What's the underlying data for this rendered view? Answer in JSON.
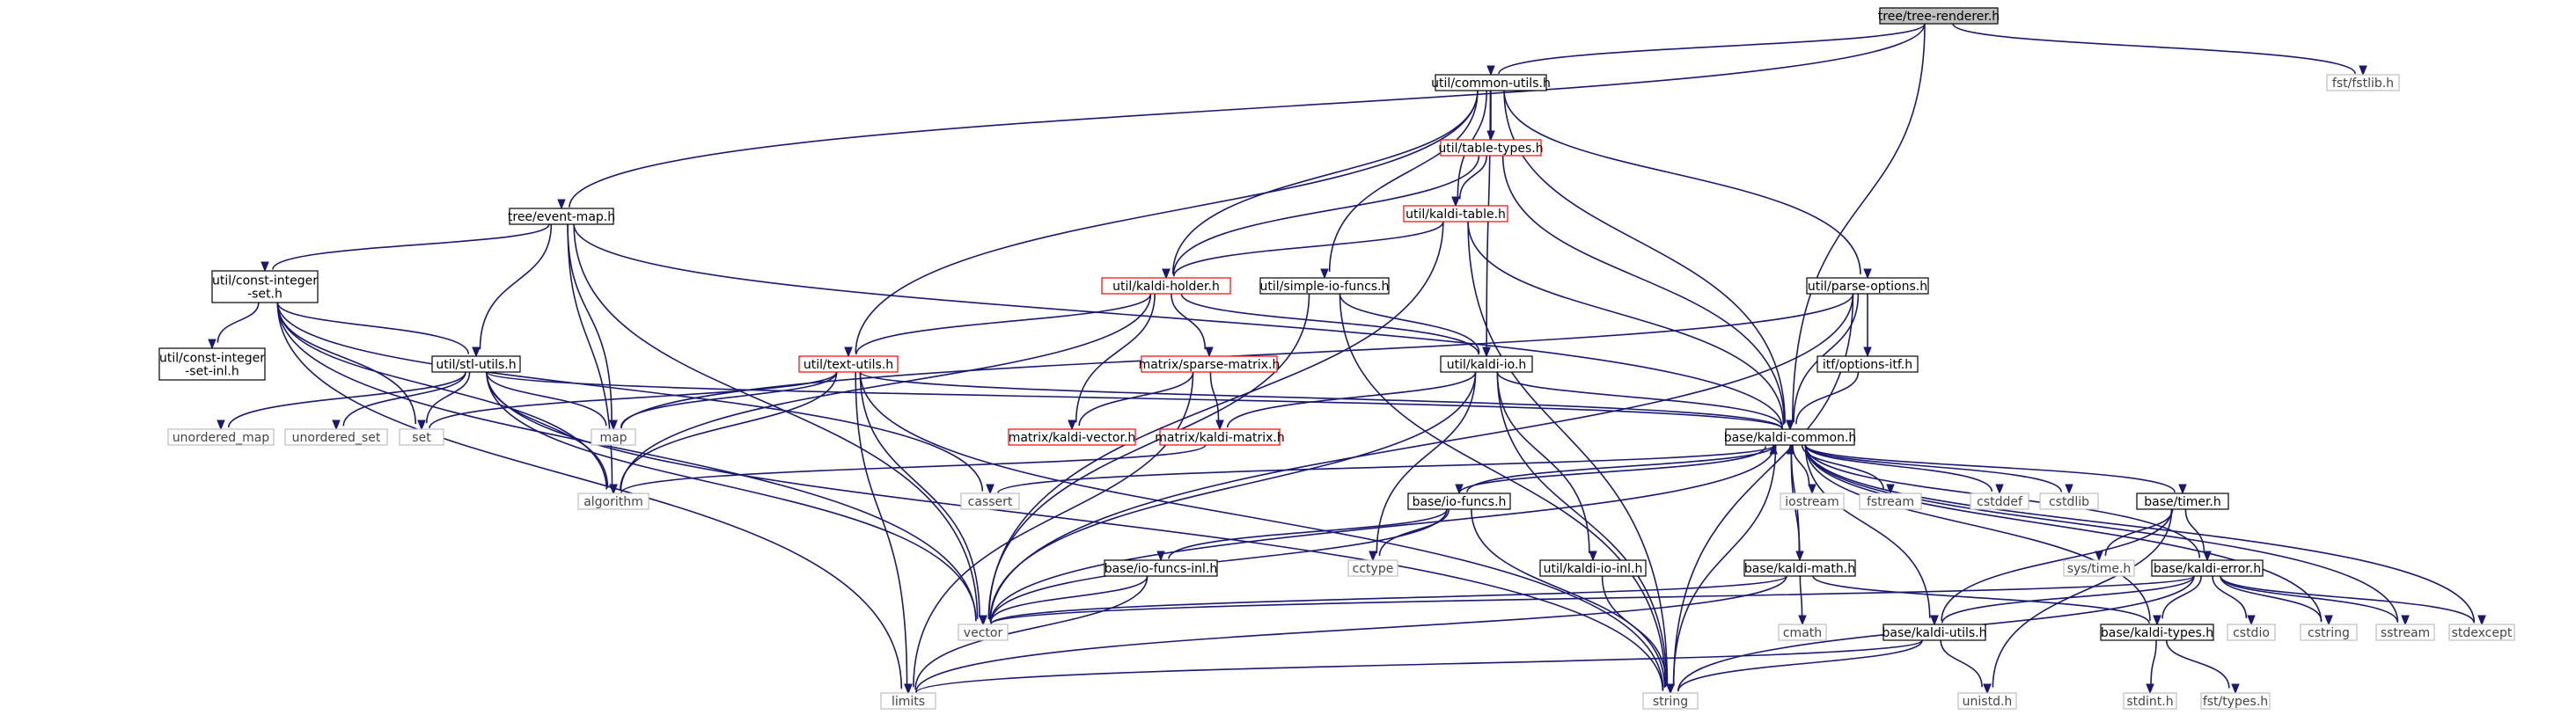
{
  "graph": {
    "nodes": [
      {
        "id": "root",
        "label": "tree/tree-renderer.h",
        "kind": "root"
      },
      {
        "id": "common_utils",
        "label": "util/common-utils.h",
        "kind": "normal"
      },
      {
        "id": "fstlib",
        "label": "fst/fstlib.h",
        "kind": "external"
      },
      {
        "id": "table_types",
        "label": "util/table-types.h",
        "kind": "truncated"
      },
      {
        "id": "event_map",
        "label": "tree/event-map.h",
        "kind": "normal"
      },
      {
        "id": "kaldi_table",
        "label": "util/kaldi-table.h",
        "kind": "truncated"
      },
      {
        "id": "const_int_set",
        "label": "util/const-integer\n-set.h",
        "kind": "normal"
      },
      {
        "id": "kaldi_holder",
        "label": "util/kaldi-holder.h",
        "kind": "truncated"
      },
      {
        "id": "simple_io",
        "label": "util/simple-io-funcs.h",
        "kind": "normal"
      },
      {
        "id": "parse_options",
        "label": "util/parse-options.h",
        "kind": "normal"
      },
      {
        "id": "const_int_set_inl",
        "label": "util/const-integer\n-set-inl.h",
        "kind": "normal"
      },
      {
        "id": "stl_utils",
        "label": "util/stl-utils.h",
        "kind": "normal"
      },
      {
        "id": "sparse_matrix",
        "label": "matrix/sparse-matrix.h",
        "kind": "truncated"
      },
      {
        "id": "text_utils",
        "label": "util/text-utils.h",
        "kind": "truncated"
      },
      {
        "id": "kaldi_io",
        "label": "util/kaldi-io.h",
        "kind": "normal"
      },
      {
        "id": "options_itf",
        "label": "itf/options-itf.h",
        "kind": "normal"
      },
      {
        "id": "unordered_map",
        "label": "unordered_map",
        "kind": "external"
      },
      {
        "id": "unordered_set",
        "label": "unordered_set",
        "kind": "external"
      },
      {
        "id": "set",
        "label": "set",
        "kind": "external"
      },
      {
        "id": "map",
        "label": "map",
        "kind": "external"
      },
      {
        "id": "kaldi_vector",
        "label": "matrix/kaldi-vector.h",
        "kind": "truncated"
      },
      {
        "id": "kaldi_matrix",
        "label": "matrix/kaldi-matrix.h",
        "kind": "truncated"
      },
      {
        "id": "kaldi_common",
        "label": "base/kaldi-common.h",
        "kind": "normal"
      },
      {
        "id": "algorithm",
        "label": "algorithm",
        "kind": "external"
      },
      {
        "id": "cassert",
        "label": "cassert",
        "kind": "external"
      },
      {
        "id": "iostream",
        "label": "iostream",
        "kind": "external"
      },
      {
        "id": "fstream",
        "label": "fstream",
        "kind": "external"
      },
      {
        "id": "cstddef",
        "label": "cstddef",
        "kind": "external"
      },
      {
        "id": "cstdlib",
        "label": "cstdlib",
        "kind": "external"
      },
      {
        "id": "io_funcs",
        "label": "base/io-funcs.h",
        "kind": "normal"
      },
      {
        "id": "timer",
        "label": "base/timer.h",
        "kind": "normal"
      },
      {
        "id": "cctype",
        "label": "cctype",
        "kind": "external"
      },
      {
        "id": "systime",
        "label": "sys/time.h",
        "kind": "external"
      },
      {
        "id": "io_funcs_inl",
        "label": "base/io-funcs-inl.h",
        "kind": "normal"
      },
      {
        "id": "kaldi_io_inl",
        "label": "util/kaldi-io-inl.h",
        "kind": "normal"
      },
      {
        "id": "kaldi_math",
        "label": "base/kaldi-math.h",
        "kind": "normal"
      },
      {
        "id": "kaldi_error",
        "label": "base/kaldi-error.h",
        "kind": "normal"
      },
      {
        "id": "vector",
        "label": "vector",
        "kind": "external"
      },
      {
        "id": "cmath",
        "label": "cmath",
        "kind": "external"
      },
      {
        "id": "kaldi_utils",
        "label": "base/kaldi-utils.h",
        "kind": "normal"
      },
      {
        "id": "kaldi_types",
        "label": "base/kaldi-types.h",
        "kind": "normal"
      },
      {
        "id": "cstdio",
        "label": "cstdio",
        "kind": "external"
      },
      {
        "id": "cstring",
        "label": "cstring",
        "kind": "external"
      },
      {
        "id": "sstream",
        "label": "sstream",
        "kind": "external"
      },
      {
        "id": "stdexcept",
        "label": "stdexcept",
        "kind": "external"
      },
      {
        "id": "limits",
        "label": "limits",
        "kind": "external"
      },
      {
        "id": "string",
        "label": "string",
        "kind": "external"
      },
      {
        "id": "unistd",
        "label": "unistd.h",
        "kind": "external"
      },
      {
        "id": "stdint",
        "label": "stdint.h",
        "kind": "external"
      },
      {
        "id": "fst_types",
        "label": "fst/types.h",
        "kind": "external"
      }
    ],
    "edges": [
      [
        "root",
        "common_utils"
      ],
      [
        "root",
        "fstlib"
      ],
      [
        "root",
        "event_map"
      ],
      [
        "root",
        "kaldi_common"
      ],
      [
        "common_utils",
        "table_types"
      ],
      [
        "common_utils",
        "kaldi_table"
      ],
      [
        "common_utils",
        "kaldi_holder"
      ],
      [
        "common_utils",
        "simple_io"
      ],
      [
        "common_utils",
        "parse_options"
      ],
      [
        "common_utils",
        "text_utils"
      ],
      [
        "common_utils",
        "kaldi_io"
      ],
      [
        "common_utils",
        "kaldi_common"
      ],
      [
        "table_types",
        "kaldi_table"
      ],
      [
        "table_types",
        "kaldi_holder"
      ],
      [
        "table_types",
        "kaldi_common"
      ],
      [
        "kaldi_table",
        "kaldi_holder"
      ],
      [
        "kaldi_table",
        "kaldi_common"
      ],
      [
        "kaldi_table",
        "vector"
      ],
      [
        "kaldi_table",
        "string"
      ],
      [
        "event_map",
        "const_int_set"
      ],
      [
        "event_map",
        "stl_utils"
      ],
      [
        "event_map",
        "kaldi_common"
      ],
      [
        "event_map",
        "algorithm"
      ],
      [
        "event_map",
        "map"
      ],
      [
        "event_map",
        "vector"
      ],
      [
        "const_int_set",
        "const_int_set_inl"
      ],
      [
        "const_int_set",
        "stl_utils"
      ],
      [
        "const_int_set",
        "set"
      ],
      [
        "const_int_set",
        "algorithm"
      ],
      [
        "const_int_set",
        "vector"
      ],
      [
        "const_int_set",
        "limits"
      ],
      [
        "const_int_set",
        "cassert"
      ],
      [
        "kaldi_holder",
        "text_utils"
      ],
      [
        "kaldi_holder",
        "kaldi_io"
      ],
      [
        "kaldi_holder",
        "sparse_matrix"
      ],
      [
        "kaldi_holder",
        "kaldi_vector"
      ],
      [
        "kaldi_holder",
        "algorithm"
      ],
      [
        "simple_io",
        "kaldi_io"
      ],
      [
        "simple_io",
        "vector"
      ],
      [
        "simple_io",
        "string"
      ],
      [
        "parse_options",
        "options_itf"
      ],
      [
        "parse_options",
        "kaldi_common"
      ],
      [
        "parse_options",
        "map"
      ],
      [
        "parse_options",
        "vector"
      ],
      [
        "parse_options",
        "string"
      ],
      [
        "stl_utils",
        "unordered_map"
      ],
      [
        "stl_utils",
        "unordered_set"
      ],
      [
        "stl_utils",
        "set"
      ],
      [
        "stl_utils",
        "map"
      ],
      [
        "stl_utils",
        "algorithm"
      ],
      [
        "stl_utils",
        "kaldi_common"
      ],
      [
        "stl_utils",
        "vector"
      ],
      [
        "stl_utils",
        "string"
      ],
      [
        "sparse_matrix",
        "kaldi_vector"
      ],
      [
        "sparse_matrix",
        "kaldi_matrix"
      ],
      [
        "sparse_matrix",
        "limits"
      ],
      [
        "text_utils",
        "set"
      ],
      [
        "text_utils",
        "map"
      ],
      [
        "text_utils",
        "algorithm"
      ],
      [
        "text_utils",
        "kaldi_common"
      ],
      [
        "text_utils",
        "vector"
      ],
      [
        "text_utils",
        "limits"
      ],
      [
        "text_utils",
        "string"
      ],
      [
        "kaldi_io",
        "kaldi_common"
      ],
      [
        "kaldi_io",
        "kaldi_matrix"
      ],
      [
        "kaldi_io",
        "cctype"
      ],
      [
        "kaldi_io",
        "kaldi_io_inl"
      ],
      [
        "kaldi_io",
        "string"
      ],
      [
        "kaldi_io",
        "vector"
      ],
      [
        "options_itf",
        "kaldi_common"
      ],
      [
        "kaldi_matrix",
        "algorithm"
      ],
      [
        "kaldi_common",
        "cassert"
      ],
      [
        "kaldi_common",
        "iostream"
      ],
      [
        "kaldi_common",
        "fstream"
      ],
      [
        "kaldi_common",
        "cstddef"
      ],
      [
        "kaldi_common",
        "cstdlib"
      ],
      [
        "kaldi_common",
        "io_funcs"
      ],
      [
        "kaldi_common",
        "timer"
      ],
      [
        "kaldi_common",
        "kaldi_math"
      ],
      [
        "kaldi_common",
        "kaldi_error"
      ],
      [
        "kaldi_common",
        "kaldi_utils"
      ],
      [
        "kaldi_common",
        "kaldi_types"
      ],
      [
        "kaldi_common",
        "cstring"
      ],
      [
        "kaldi_common",
        "sstream"
      ],
      [
        "kaldi_common",
        "stdexcept"
      ],
      [
        "kaldi_common",
        "vector"
      ],
      [
        "kaldi_common",
        "string"
      ],
      [
        "io_funcs",
        "kaldi_common"
      ],
      [
        "io_funcs",
        "io_funcs_inl"
      ],
      [
        "io_funcs",
        "cctype"
      ],
      [
        "io_funcs",
        "vector"
      ],
      [
        "io_funcs",
        "string"
      ],
      [
        "io_funcs_inl",
        "vector"
      ],
      [
        "io_funcs_inl",
        "limits"
      ],
      [
        "kaldi_io_inl",
        "string"
      ],
      [
        "timer",
        "systime"
      ],
      [
        "timer",
        "kaldi_utils"
      ],
      [
        "timer",
        "kaldi_error"
      ],
      [
        "timer",
        "unistd"
      ],
      [
        "kaldi_math",
        "kaldi_common"
      ],
      [
        "kaldi_math",
        "cmath"
      ],
      [
        "kaldi_math",
        "kaldi_types"
      ],
      [
        "kaldi_math",
        "vector"
      ],
      [
        "kaldi_math",
        "limits"
      ],
      [
        "kaldi_error",
        "kaldi_utils"
      ],
      [
        "kaldi_error",
        "kaldi_types"
      ],
      [
        "kaldi_error",
        "cstdio"
      ],
      [
        "kaldi_error",
        "cstring"
      ],
      [
        "kaldi_error",
        "sstream"
      ],
      [
        "kaldi_error",
        "stdexcept"
      ],
      [
        "kaldi_error",
        "vector"
      ],
      [
        "kaldi_error",
        "string"
      ],
      [
        "kaldi_utils",
        "unistd"
      ],
      [
        "kaldi_utils",
        "limits"
      ],
      [
        "kaldi_utils",
        "string"
      ],
      [
        "kaldi_types",
        "stdint"
      ],
      [
        "kaldi_types",
        "fst_types"
      ]
    ]
  },
  "colors": {
    "edge": "#191970",
    "node_border_normal": "#000000",
    "node_border_truncated": "#ff0000",
    "node_border_external": "#bfbfbf",
    "root_fill": "#bfbfbf",
    "node_fill": "#ffffff",
    "text_normal": "#000000",
    "text_external": "#444444"
  }
}
